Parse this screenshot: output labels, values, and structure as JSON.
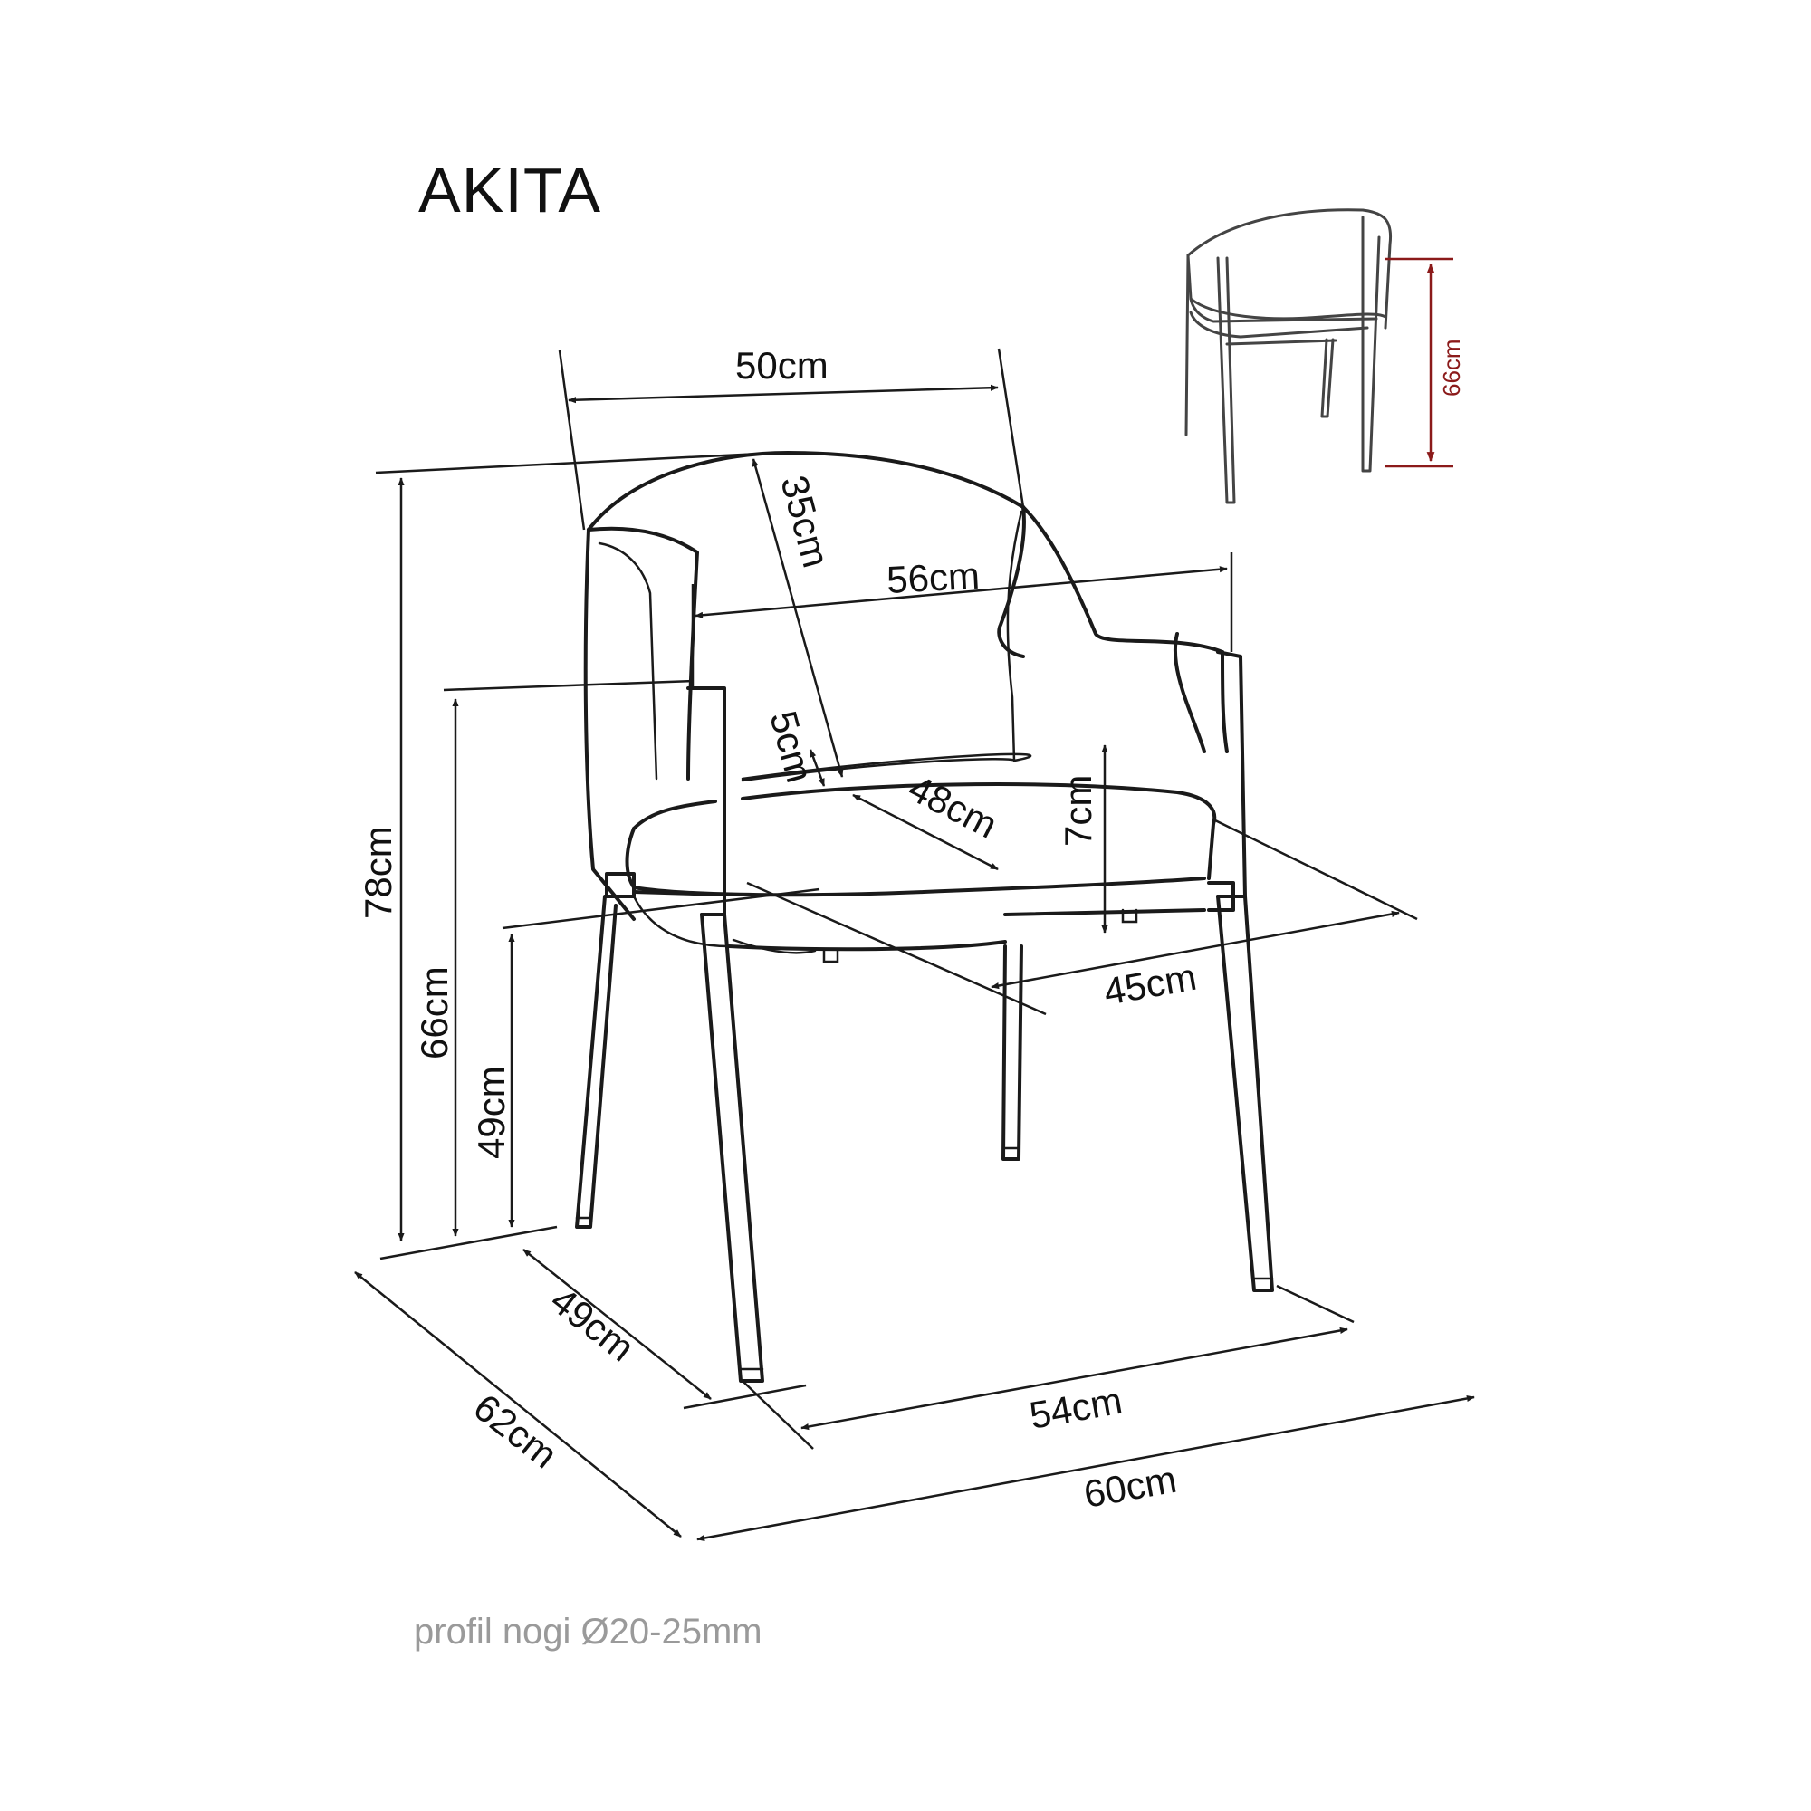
{
  "title": "AKITA",
  "footer_note": "profil nogi Ø20-25mm",
  "dimensions": {
    "top_width": "50cm",
    "back_height": "35cm",
    "arm_width": "56cm",
    "seat_thickness": "5cm",
    "seat_depth": "48cm",
    "side_height": "7cm",
    "seat_width": "45cm",
    "total_height": "78cm",
    "arm_height": "66cm",
    "seat_height": "49cm",
    "base_depth": "49cm",
    "total_depth": "62cm",
    "base_width": "54cm",
    "total_width": "60cm",
    "inset_height": "66cm"
  },
  "colors": {
    "line": "#1a1a1a",
    "inset_dimension": "#8b1a1a",
    "footer_text": "#9a9a9a"
  }
}
